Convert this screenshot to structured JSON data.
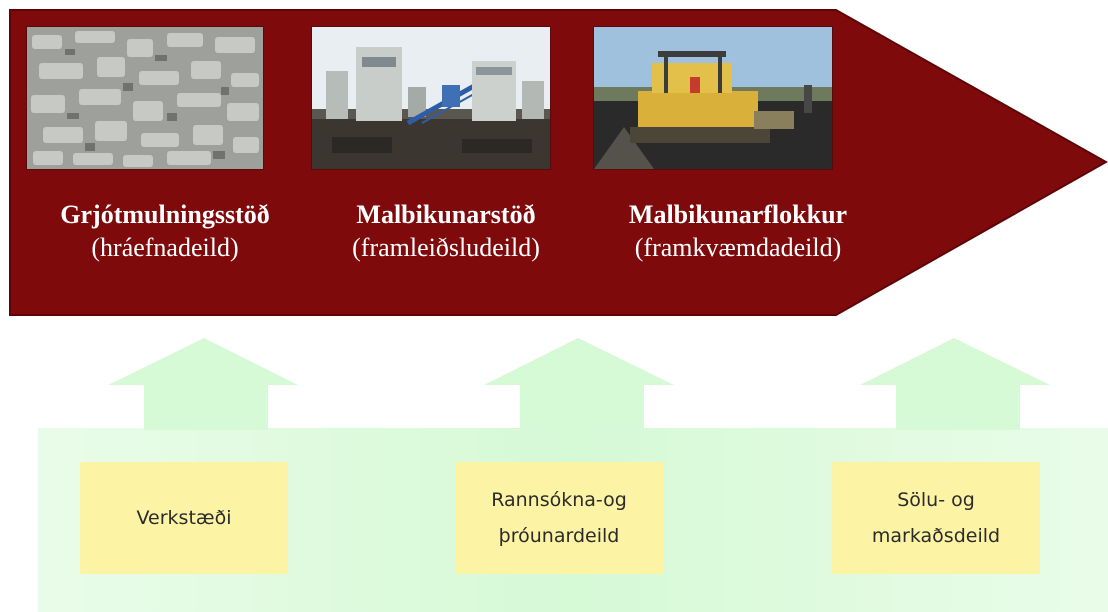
{
  "colors": {
    "chevron": "#7e0a0c",
    "support_band": "#d8fad8",
    "department_box": "#fcf3a4",
    "caption_text": "#ffffff"
  },
  "stages": [
    {
      "title": "Grjótmulningsstöð",
      "subtitle": "(hráefnadeild)",
      "image": "crushed-stone-photo"
    },
    {
      "title": "Malbikunarstöð",
      "subtitle": "(framleiðsludeild)",
      "image": "asphalt-plant-photo"
    },
    {
      "title": "Malbikunarflokkur",
      "subtitle": "(framkvæmdadeild)",
      "image": "paving-machine-photo"
    }
  ],
  "departments": [
    {
      "lines": [
        "Verkstæði"
      ]
    },
    {
      "lines": [
        "Rannsókna-og",
        "þróunardeild"
      ]
    },
    {
      "lines": [
        "Sölu- og",
        "markaðsdeild"
      ]
    }
  ],
  "arrow_icons": [
    "up-arrow-icon",
    "up-arrow-icon",
    "up-arrow-icon"
  ]
}
